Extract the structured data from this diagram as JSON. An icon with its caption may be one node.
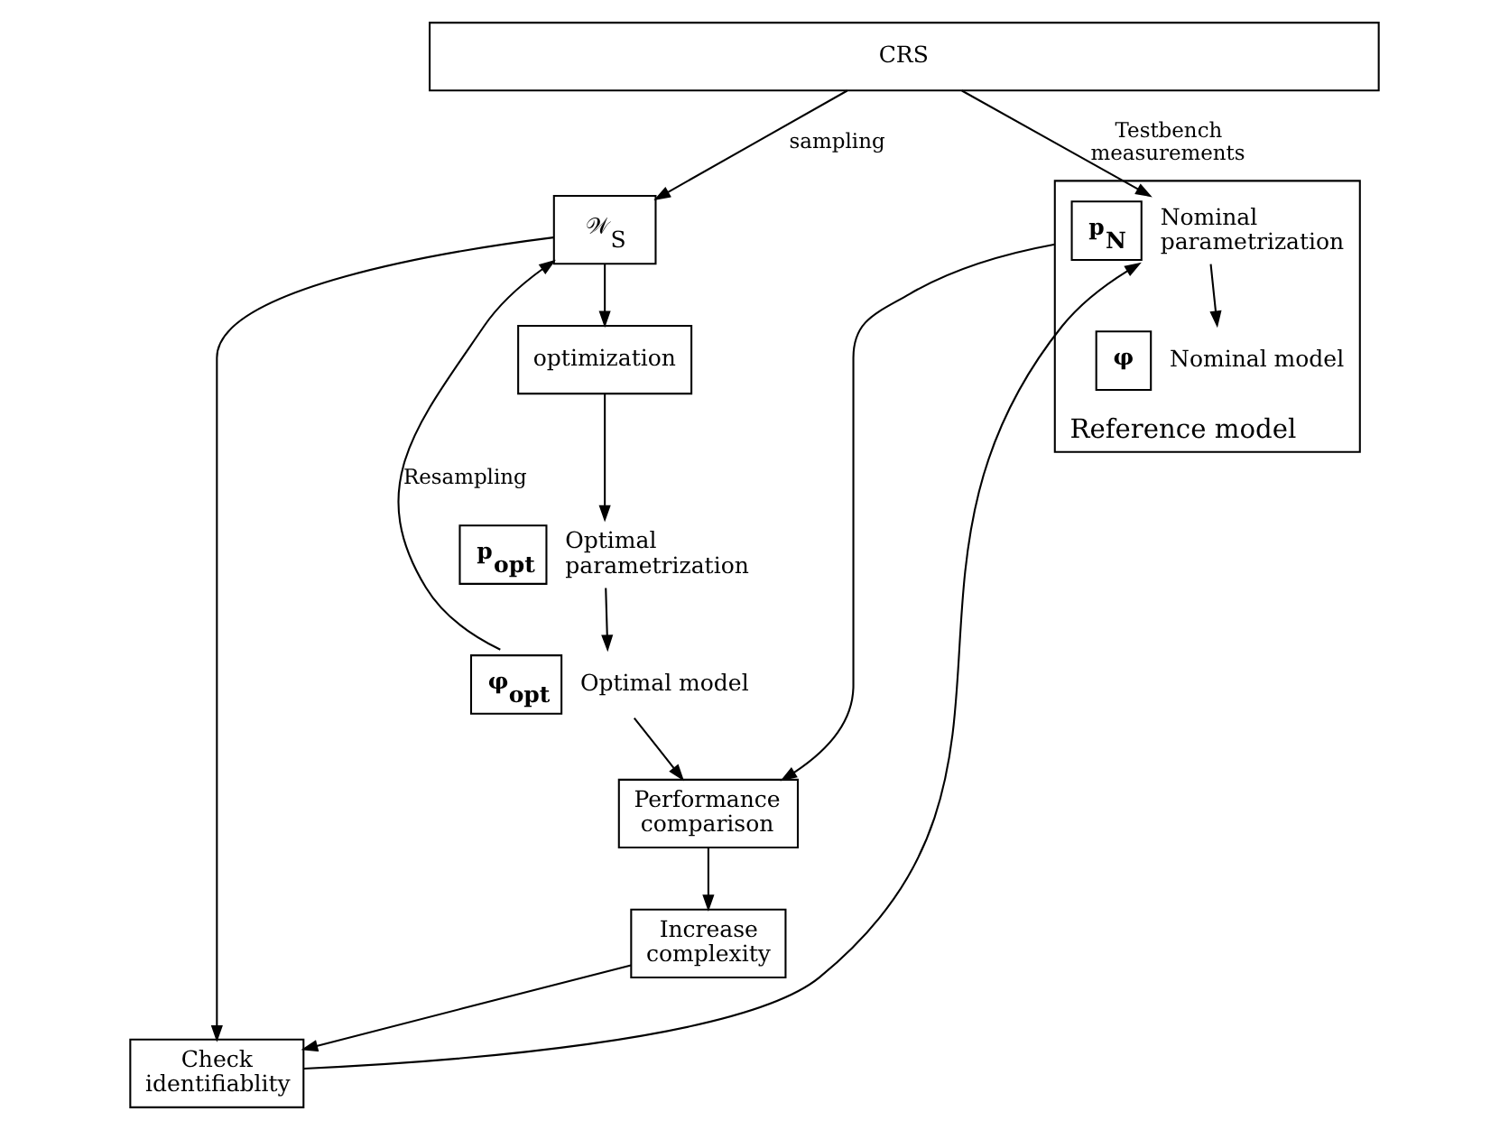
{
  "diagram": {
    "nodes": [
      {
        "text": [
          "CRS"
        ]
      },
      {
        "text": [
          "𝒲$_{S}$"
        ]
      },
      {
        "text": [
          "optimization"
        ]
      },
      {
        "text": [
          "Reference model"
        ]
      },
      {
        "text": [
          "p$_{N}$"
        ],
        "in": 3,
        "beside": [
          "Nominal parametrization"
        ]
      },
      {
        "text": [
          "φ"
        ],
        "in": 3,
        "beside": [
          "Nominal model"
        ]
      },
      {
        "text": [
          "p$_{opt}$"
        ],
        "beside": [
          "Optimal parametrization"
        ]
      },
      {
        "text": [
          "φ$_{opt}$"
        ],
        "beside": [
          "Optimal model"
        ]
      },
      {
        "text": [
          "Performance comparison"
        ]
      },
      {
        "text": [
          "Check identifiablity"
        ]
      },
      {
        "text": [
          "Increase complexity"
        ]
      }
    ],
    "edges": [
      {
        "from": 0,
        "to": 1,
        "arrow": "to",
        "label": "sampling"
      },
      {
        "from": 0,
        "to": 4,
        "arrow": "to",
        "label": "Testbench measurements"
      },
      {
        "from": 1,
        "to": 2,
        "arrow": "to"
      },
      {
        "from": 1,
        "to": 9,
        "arrow": "to"
      },
      {
        "from": 2,
        "to": 6,
        "arrow": "to"
      },
      {
        "from": 6,
        "to": 7,
        "arrow": "to"
      },
      {
        "from": 4,
        "to": 5,
        "arrow": "to"
      },
      {
        "from": 7,
        "to": 8,
        "arrow": "to"
      },
      {
        "from": 7,
        "to": 1,
        "arrow": "to",
        "label": "Resampling"
      },
      {
        "from": 3,
        "to": 8,
        "arrow": "to"
      },
      {
        "from": 8,
        "to": 10,
        "arrow": "to"
      },
      {
        "from": 10,
        "to": 9,
        "arrow": "to"
      },
      {
        "from": 9,
        "to": 4,
        "arrow": "to"
      }
    ]
  }
}
